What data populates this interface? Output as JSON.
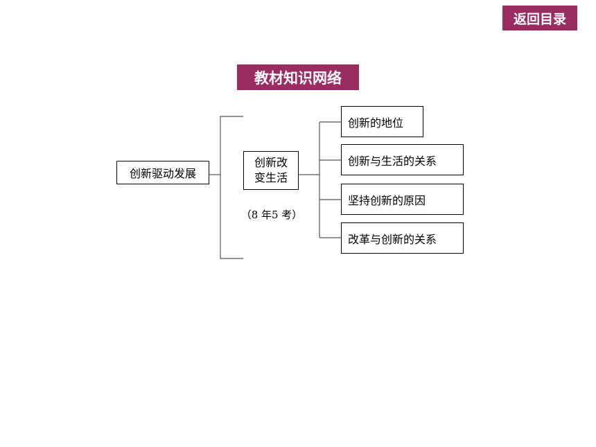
{
  "nav": {
    "back_label": "返回目录"
  },
  "header": {
    "title": "教材知识网络"
  },
  "diagram": {
    "root": "创新驱动发展",
    "branch": {
      "line1": "创新改",
      "line2": "变生活"
    },
    "exam_note": "（8 年5 考）",
    "leaves": [
      "创新的地位",
      "创新与生活的关系",
      "坚持创新的原因",
      "改革与创新的关系"
    ]
  }
}
